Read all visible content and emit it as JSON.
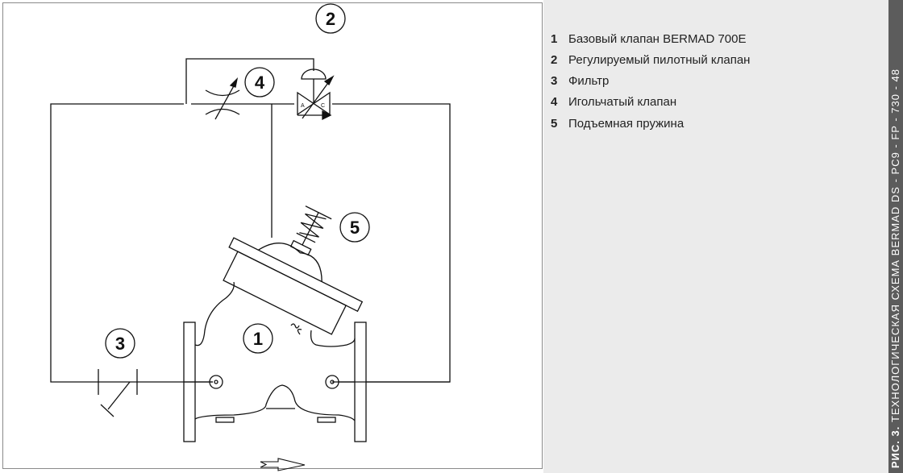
{
  "callouts": [
    "1",
    "2",
    "3",
    "4",
    "5"
  ],
  "valve_port_labels": {
    "a": "A",
    "c": "C"
  },
  "legend": [
    {
      "num": "1",
      "text": "Базовый клапан BERMAD 700E"
    },
    {
      "num": "2",
      "text": "Регулируемый пилотный клапан"
    },
    {
      "num": "3",
      "text": "Фильтр"
    },
    {
      "num": "4",
      "text": "Игольчатый клапан"
    },
    {
      "num": "5",
      "text": "Подъемная пружина"
    }
  ],
  "caption": {
    "prefix": "РИС. 3.",
    "text": " ТЕХНОЛОГИЧЕСКАЯ СХЕМА BERMAD DS - PC9 - FP - 730 - 48"
  }
}
